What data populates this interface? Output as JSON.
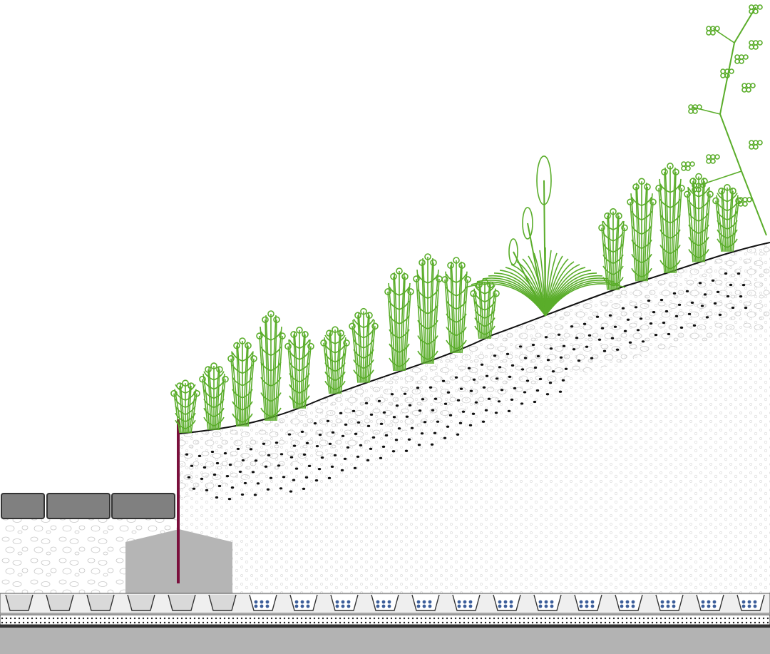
{
  "diagram": {
    "type": "green-roof-section",
    "colors": {
      "vegetation": "#5aad2a",
      "soil_outline": "#bfbfbf",
      "soil_dots": "#111111",
      "paver": "#808080",
      "paver_edge": "#333333",
      "edge_post": "#7a0f3c",
      "footing": "#b5b5b5",
      "drainage": "#d9d9d9",
      "drainage_fill": "#3c5e9a",
      "base_slab": "#b3b3b3"
    },
    "components": [
      {
        "name": "vegetation",
        "icon": "plant-icon"
      },
      {
        "name": "growing-substrate",
        "icon": "substrate-pattern"
      },
      {
        "name": "edge-restraint",
        "icon": "post-icon"
      },
      {
        "name": "paving-slabs",
        "icon": "paver-icon",
        "count": 3
      },
      {
        "name": "concrete-footing",
        "icon": "footing-icon"
      },
      {
        "name": "drainage-board",
        "icon": "drainage-icon"
      },
      {
        "name": "protection-layers",
        "icon": "membrane-icon"
      },
      {
        "name": "roof-deck",
        "icon": "slab-icon"
      }
    ]
  }
}
